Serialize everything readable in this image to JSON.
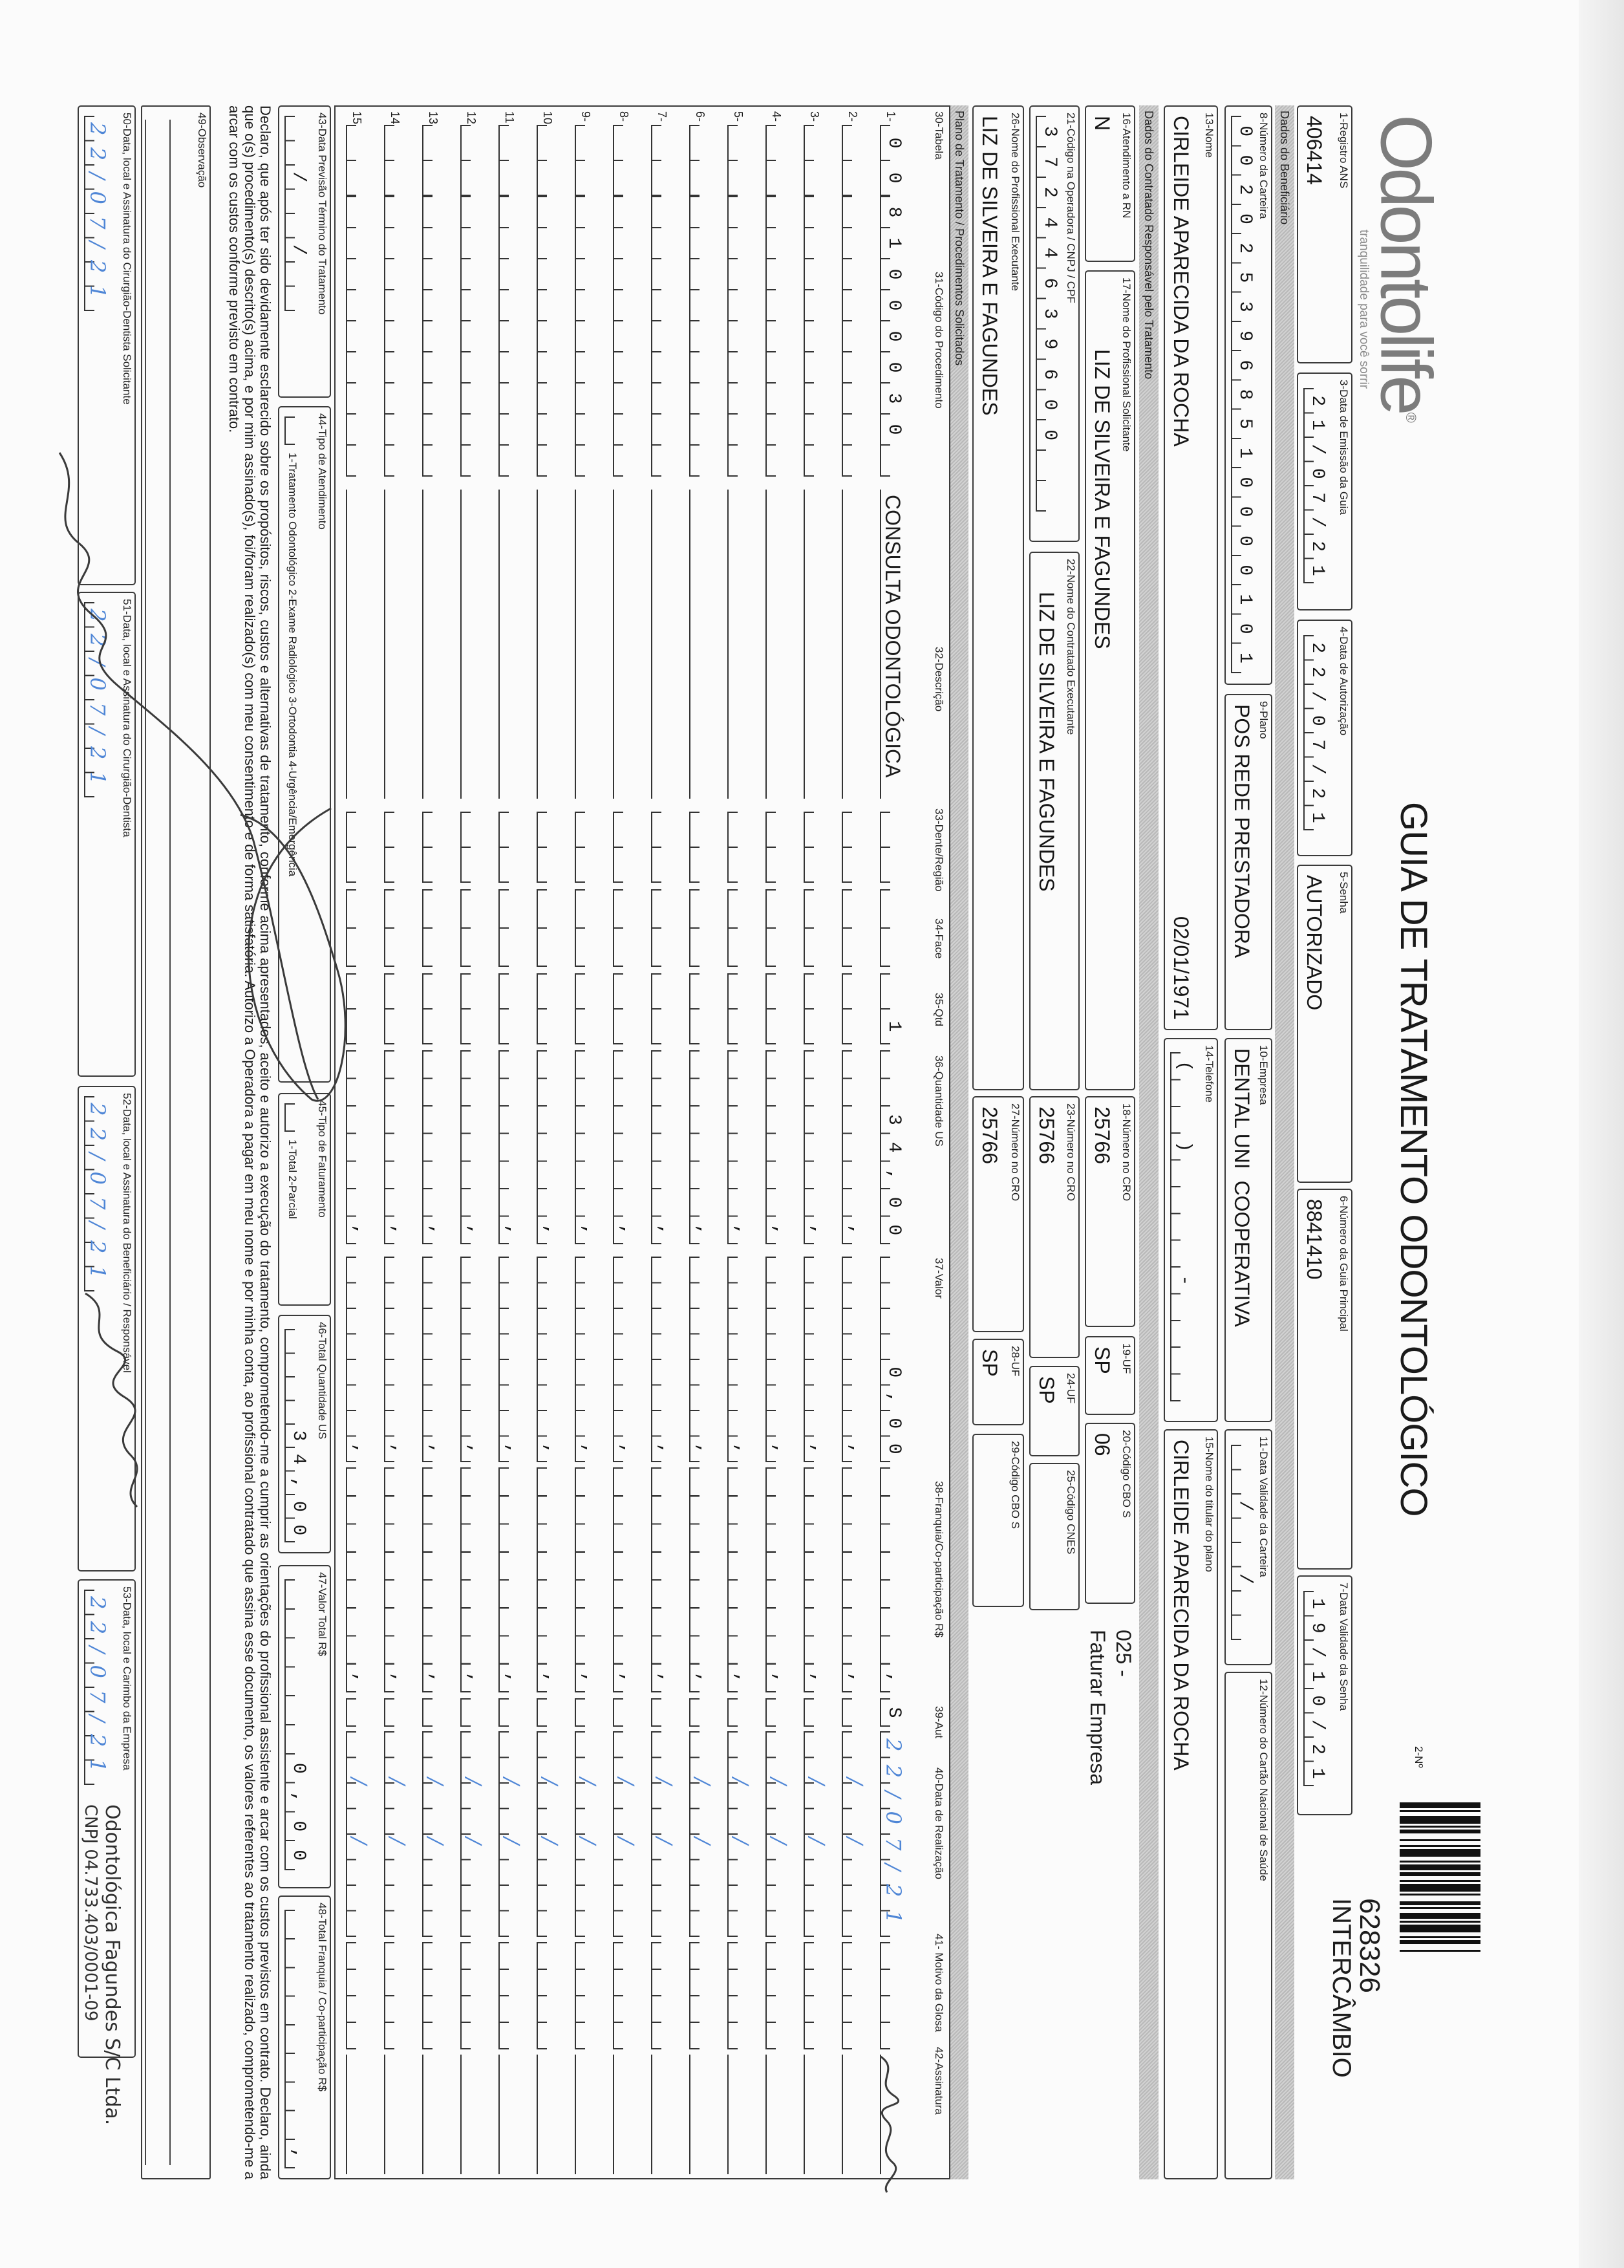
{
  "header": {
    "logo": "Odontolife",
    "tagline": "tranquilidade para você sorrir",
    "title": "GUIA DE TRATAMENTO ODONTOLÓGICO",
    "guide_number_label": "2-Nº",
    "guide_number": "628326",
    "guide_type": "INTERCÂMBIO"
  },
  "fields": {
    "f1": {
      "label": "1-Registro ANS",
      "value": "406414"
    },
    "f3": {
      "label": "3-Data de Emissão da Guia",
      "value": "21/07/21"
    },
    "f4": {
      "label": "4-Data de Autorização",
      "value": "22/07/21"
    },
    "f5": {
      "label": "5-Senha",
      "value": "AUTORIZADO"
    },
    "f6": {
      "label": "6-Número da Guia Principal",
      "value": "8841410"
    },
    "f7": {
      "label": "7-Data Validade da Senha",
      "value": "19/10/21"
    },
    "f8": {
      "label": "8-Número da Carteira",
      "value": "0020253968510000101"
    },
    "f9": {
      "label": "9-Plano",
      "value": "POS REDE PRESTADORA"
    },
    "f10": {
      "label": "10-Empresa",
      "value": "DENTAL UNI  COOPERATIVA"
    },
    "f11": {
      "label": "11-Data Validade da Carteira",
      "value": "  /  /  "
    },
    "f12": {
      "label": "12-Número do Cartão Nacional de Saúde",
      "value": ""
    },
    "f13": {
      "label": "13-Nome",
      "value": "CIRLEIDE APARECIDA DA ROCHA",
      "birth_date": "02/01/1971"
    },
    "f14": {
      "label": "14-Telefone",
      "value": "(  )    -    "
    },
    "f15": {
      "label": "15-Nome do titular do plano",
      "value": "CIRLEIDE APARECIDA DA ROCHA"
    },
    "f16": {
      "label": "16-Atendimento a RN",
      "value": "N"
    },
    "f17": {
      "label": "17-Nome do Profissional Solicitante",
      "value": "LIZ DE SILVEIRA E FAGUNDES"
    },
    "f18": {
      "label": "18-Número no CRO",
      "value": "25766"
    },
    "f19": {
      "label": "19-UF",
      "value": "SP"
    },
    "f20": {
      "label": "20-Código CBO S",
      "value": "06"
    },
    "f21": {
      "label": "21-Código na Operadora / CNPJ / CPF",
      "value": "37244639600"
    },
    "f22": {
      "label": "22-Nome do Contratado Executante",
      "value": "LIZ DE SILVEIRA E FAGUNDES"
    },
    "f23": {
      "label": "23-Número no CRO",
      "value": "25766"
    },
    "f24": {
      "label": "24-UF",
      "value": "SP"
    },
    "f25": {
      "label": "25-Código CNES",
      "value": ""
    },
    "f26": {
      "label": "26-Nome do Profissional Executante",
      "value": "LIZ DE SILVEIRA E FAGUNDES"
    },
    "f27": {
      "label": "27-Número no CRO",
      "value": "25766"
    },
    "f28": {
      "label": "28-UF",
      "value": "SP"
    },
    "f29": {
      "label": "29-Código CBO S",
      "value": ""
    },
    "f43": {
      "label": "43-Data Previsão Término do Tratamento",
      "value": "  /  /  "
    },
    "f44": {
      "label": "44-Tipo de Atendimento",
      "value": "",
      "options": "1-Tratamento Odontológico  2-Exame Radiológico  3-Ortodontia  4-Urgência/Emergência"
    },
    "f45": {
      "label": "45-Tipo de Faturamento",
      "value": "",
      "options": "1-Total  2-Parcial"
    },
    "f46": {
      "label": "46-Total Quantidade US",
      "value": "34,00"
    },
    "f47": {
      "label": "47-Valor Total R$",
      "value": "0,00"
    },
    "f48": {
      "label": "48-Total Franquia / Co-participação R$",
      "value": ","
    },
    "f49": {
      "label": "49-Observação",
      "value": ""
    },
    "f50": {
      "label": "50-Data, local e Assinatura do Cirurgião-Dentista Solicitante",
      "value": "22/07/21"
    },
    "f51": {
      "label": "51-Data, local e Assinatura do Cirurgião-Dentista",
      "value": "22/07/21"
    },
    "f52": {
      "label": "52-Data, local e Assinatura do Beneficiário / Responsável",
      "value": "22/07/21"
    },
    "f53": {
      "label": "53-Data, local e Carimbo da Empresa",
      "value": "22/07/21"
    }
  },
  "billing_note": {
    "code": "025 -",
    "text": "Faturar Empresa"
  },
  "sections": {
    "beneficiary": "Dados do Beneficiário",
    "contractor": "Dados do Contratado Responsável pelo Tratamento",
    "plan": "Plano de Tratamento / Procedimentos Solicitados"
  },
  "procedures": {
    "headers": [
      "30-Tabela",
      "31-Código do Procedimento",
      "32-Descrição",
      "33-Dente/Região",
      "34-Face",
      "35-Qtd",
      "36-Quantidade US",
      "37-Valor",
      "38-Franquia/Co-participação R$",
      "39-Aut",
      "40-Data de Realização",
      "41- Motivo da Glosa",
      "42-Assinatura"
    ],
    "rows": [
      {
        "num": "1-",
        "tabela": "00",
        "codigo": "81000030",
        "descricao": "CONSULTA ODONTOLÓGICA",
        "dente": "",
        "face": "",
        "qtd": "1",
        "us": "34,00",
        "valor": "0,00",
        "franquia": ",",
        "aut": "S",
        "data": "22/07/21",
        "glosa": ""
      },
      {
        "num": "2-",
        "tabela": "",
        "codigo": "",
        "descricao": "",
        "dente": "",
        "face": "",
        "qtd": "",
        "us": ",",
        "valor": ",",
        "franquia": ",",
        "aut": "",
        "data": "  /  /  ",
        "glosa": ""
      },
      {
        "num": "3-",
        "tabela": "",
        "codigo": "",
        "descricao": "",
        "dente": "",
        "face": "",
        "qtd": "",
        "us": ",",
        "valor": ",",
        "franquia": ",",
        "aut": "",
        "data": "  /  /  ",
        "glosa": ""
      },
      {
        "num": "4-",
        "tabela": "",
        "codigo": "",
        "descricao": "",
        "dente": "",
        "face": "",
        "qtd": "",
        "us": ",",
        "valor": ",",
        "franquia": ",",
        "aut": "",
        "data": "  /  /  ",
        "glosa": ""
      },
      {
        "num": "5-",
        "tabela": "",
        "codigo": "",
        "descricao": "",
        "dente": "",
        "face": "",
        "qtd": "",
        "us": ",",
        "valor": ",",
        "franquia": ",",
        "aut": "",
        "data": "  /  /  ",
        "glosa": ""
      },
      {
        "num": "6-",
        "tabela": "",
        "codigo": "",
        "descricao": "",
        "dente": "",
        "face": "",
        "qtd": "",
        "us": ",",
        "valor": ",",
        "franquia": ",",
        "aut": "",
        "data": "  /  /  ",
        "glosa": ""
      },
      {
        "num": "7-",
        "tabela": "",
        "codigo": "",
        "descricao": "",
        "dente": "",
        "face": "",
        "qtd": "",
        "us": ",",
        "valor": ",",
        "franquia": ",",
        "aut": "",
        "data": "  /  /  ",
        "glosa": ""
      },
      {
        "num": "8-",
        "tabela": "",
        "codigo": "",
        "descricao": "",
        "dente": "",
        "face": "",
        "qtd": "",
        "us": ",",
        "valor": ",",
        "franquia": ",",
        "aut": "",
        "data": "  /  /  ",
        "glosa": ""
      },
      {
        "num": "9-",
        "tabela": "",
        "codigo": "",
        "descricao": "",
        "dente": "",
        "face": "",
        "qtd": "",
        "us": ",",
        "valor": ",",
        "franquia": ",",
        "aut": "",
        "data": "  /  /  ",
        "glosa": ""
      },
      {
        "num": "10",
        "tabela": "",
        "codigo": "",
        "descricao": "",
        "dente": "",
        "face": "",
        "qtd": "",
        "us": ",",
        "valor": ",",
        "franquia": ",",
        "aut": "",
        "data": "  /  /  ",
        "glosa": ""
      },
      {
        "num": "11",
        "tabela": "",
        "codigo": "",
        "descricao": "",
        "dente": "",
        "face": "",
        "qtd": "",
        "us": ",",
        "valor": ",",
        "franquia": ",",
        "aut": "",
        "data": "  /  /  ",
        "glosa": ""
      },
      {
        "num": "12",
        "tabela": "",
        "codigo": "",
        "descricao": "",
        "dente": "",
        "face": "",
        "qtd": "",
        "us": ",",
        "valor": ",",
        "franquia": ",",
        "aut": "",
        "data": "  /  /  ",
        "glosa": ""
      },
      {
        "num": "13",
        "tabela": "",
        "codigo": "",
        "descricao": "",
        "dente": "",
        "face": "",
        "qtd": "",
        "us": ",",
        "valor": ",",
        "franquia": ",",
        "aut": "",
        "data": "  /  /  ",
        "glosa": ""
      },
      {
        "num": "14",
        "tabela": "",
        "codigo": "",
        "descricao": "",
        "dente": "",
        "face": "",
        "qtd": "",
        "us": ",",
        "valor": ",",
        "franquia": ",",
        "aut": "",
        "data": "  /  /  ",
        "glosa": ""
      },
      {
        "num": "15",
        "tabela": "",
        "codigo": "",
        "descricao": "",
        "dente": "",
        "face": "",
        "qtd": "",
        "us": ",",
        "valor": ",",
        "franquia": ",",
        "aut": "",
        "data": "  /  /  ",
        "glosa": ""
      }
    ]
  },
  "declaration": "Declaro, que após ter sido devidamente esclarecido sobre os propósitos, riscos, custos e alternativas de tratamento, conforme acima apresentados, aceito e autorizo a execução do tratamento, comprometendo-me a cumprir as orientações do profissional assistente e arcar com os custos previstos em contrato. Declaro, ainda que o(s) procedimento(s) descrito(s) acima, e por mim assinado(s), foi/foram realizado(s) com meu consentimento e de forma satisfatória. Autorizo a Operadora a pagar em meu nome e por minha conta, ao profissional contratado que assina esse documento, os valores referentes ao tratamento realizado, comprometendo-me a arcar com os custos conforme previsto em contrato.",
  "stamp": {
    "name": "Odontológica Fagundes S/C Ltda.",
    "cnpj": "CNPJ 04.733.403/0001-09"
  },
  "colors": {
    "ink": "#1c1c1c",
    "handwriting": "#4f86d6",
    "section_bar": "#c4c4c4"
  }
}
